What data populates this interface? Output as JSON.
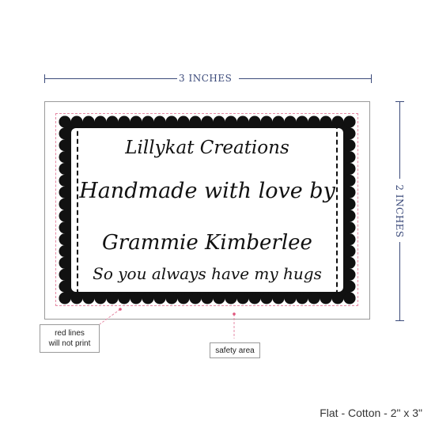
{
  "dimensions": {
    "width_label": "3 INCHES",
    "height_label": "2 INCHES"
  },
  "label": {
    "line1": "Lillykat Creations",
    "line2": "Handmade with love by",
    "line3": "Grammie Kimberlee",
    "line4": "So you always have my hugs"
  },
  "callouts": {
    "red_lines_line1": "red lines",
    "red_lines_line2": "will not print",
    "safety_area": "safety area"
  },
  "product_spec": "Flat - Cotton - 2\" x 3\"",
  "colors": {
    "dimension": "#3b4a7a",
    "guide": "#e58aa5",
    "border": "#111111"
  }
}
